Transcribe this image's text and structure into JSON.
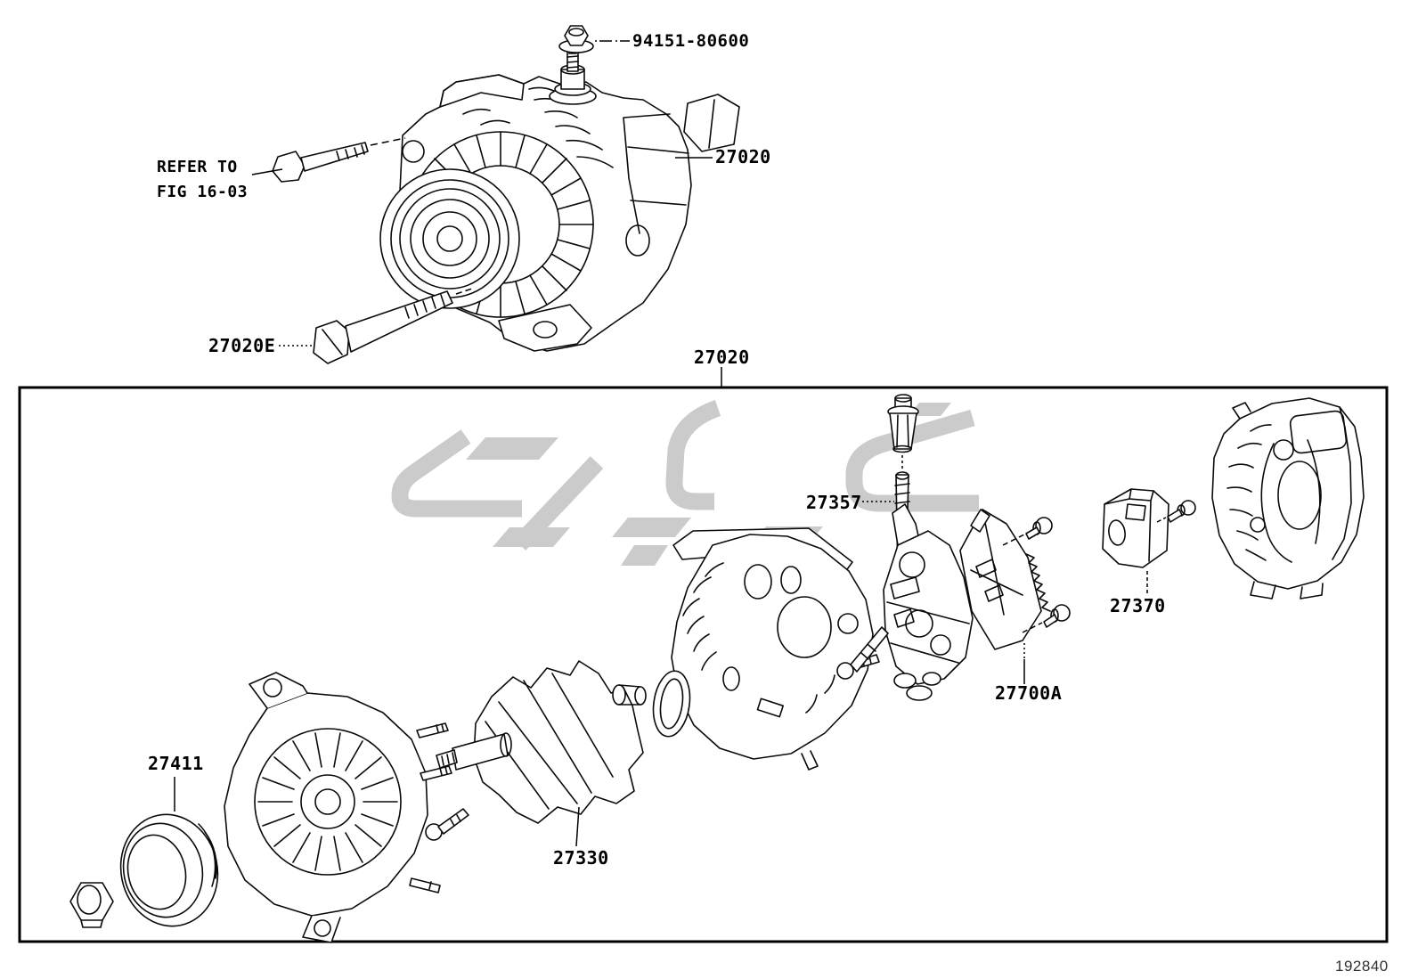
{
  "diagram": {
    "figure_code": "192840",
    "note": {
      "line1": "REFER TO",
      "line2": "FIG 16-03"
    },
    "parts": {
      "nut_label": "94151-80600",
      "alternator_assembly_label": "27020",
      "mount_bolt_label": "27020E",
      "exploded_view_label": "27020",
      "terminal_stud_label": "27357",
      "rotor_label": "27330",
      "regulator_label": "27370",
      "rectifier_label": "27700A",
      "pulley_label": "27411"
    },
    "colors": {
      "line": "#000000",
      "watermark": "#cbcbcb",
      "background": "#ffffff"
    }
  }
}
